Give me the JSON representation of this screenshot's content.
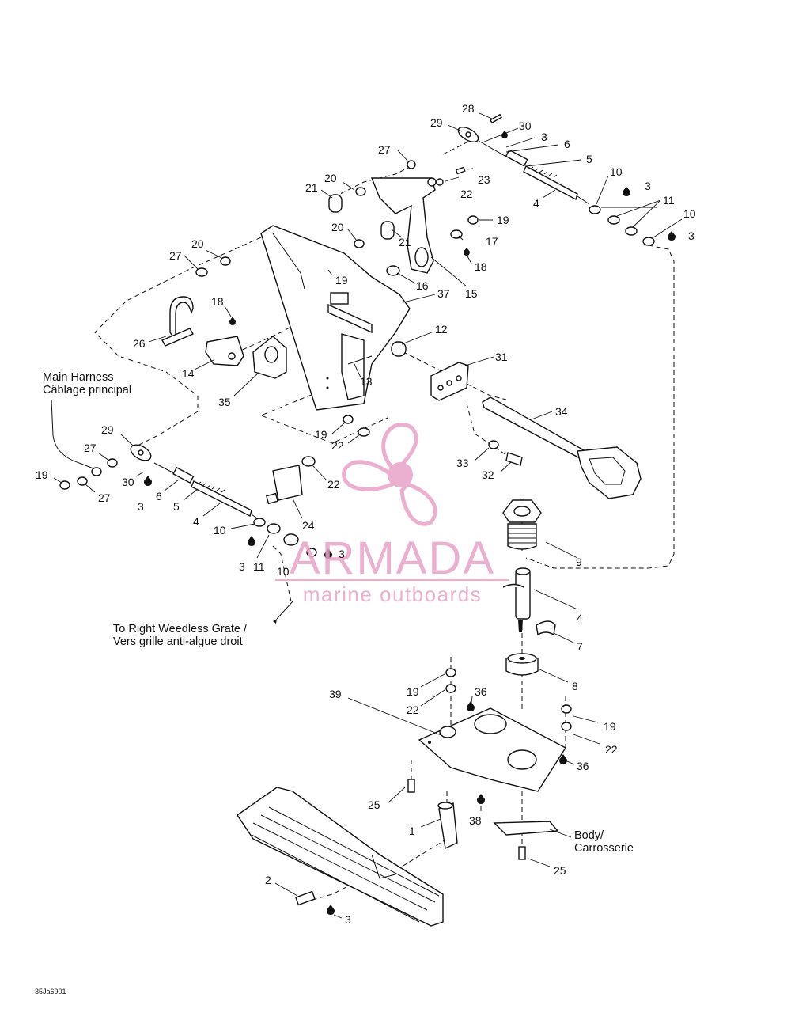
{
  "labels": {
    "l1": "1",
    "l2": "2",
    "l3": "3",
    "l4": "4",
    "l5": "5",
    "l6": "6",
    "l7": "7",
    "l8": "8",
    "l9": "9",
    "l10": "10",
    "l11": "11",
    "l12": "12",
    "l13": "13",
    "l14": "14",
    "l15": "15",
    "l16": "16",
    "l17": "17",
    "l18": "18",
    "l19": "19",
    "l20": "20",
    "l21": "21",
    "l22": "22",
    "l23": "23",
    "l24": "24",
    "l25": "25",
    "l26": "26",
    "l27": "27",
    "l28": "28",
    "l29": "29",
    "l30": "30",
    "l31": "31",
    "l32": "32",
    "l33": "33",
    "l34": "34",
    "l35": "35",
    "l36": "36",
    "l37": "37",
    "l38": "38",
    "l39": "39"
  },
  "notes": {
    "main_harness_en": "Main Harness",
    "main_harness_fr": "Câblage principal",
    "weedless_en": "To Right Weedless Grate /",
    "weedless_fr": "Vers grille anti-algue droit",
    "body_en": "Body/",
    "body_fr": "Carrosserie"
  },
  "watermark": {
    "brand": "ARMADA",
    "tagline": "marine outboards",
    "color": "#e8a3c7"
  },
  "drawing_code": "35Ja6901"
}
